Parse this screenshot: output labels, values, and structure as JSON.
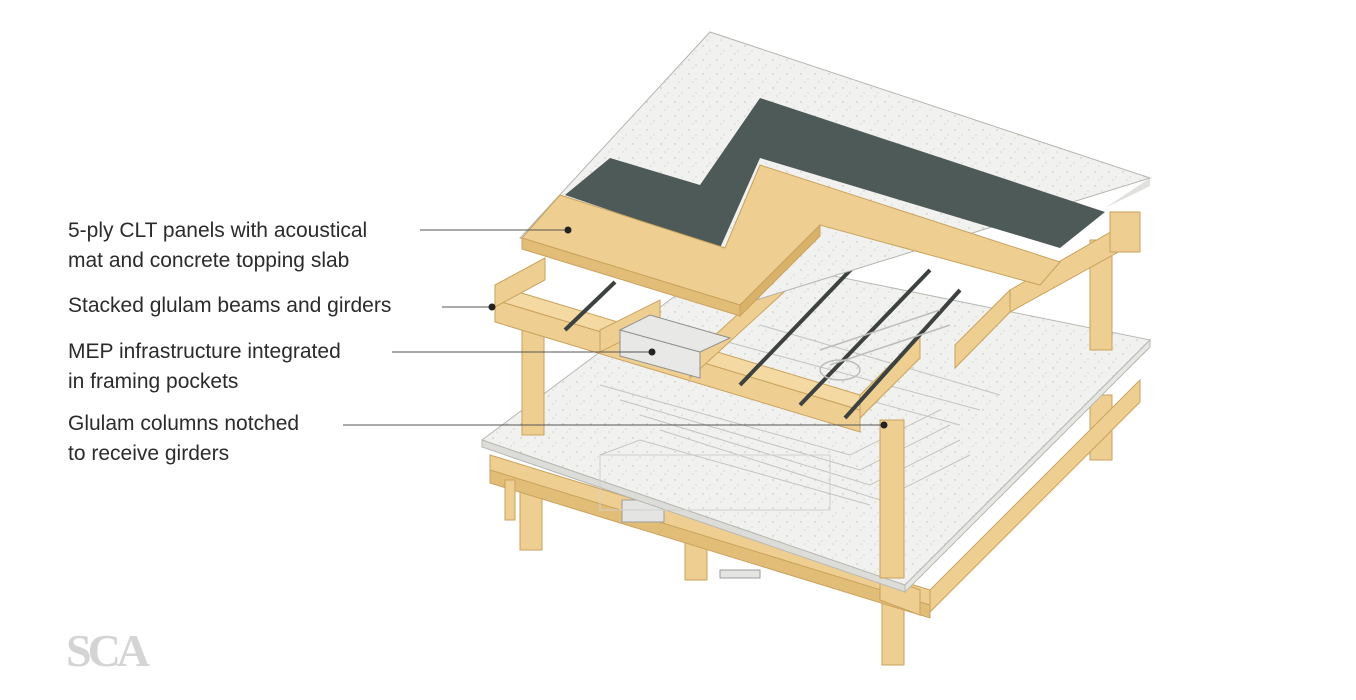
{
  "diagram": {
    "labels": [
      {
        "id": "clt-panels",
        "lines": [
          "5-ply CLT panels with acoustical",
          "mat and concrete topping slab"
        ]
      },
      {
        "id": "glulam-beams",
        "lines": [
          "Stacked glulam beams and girders"
        ]
      },
      {
        "id": "mep",
        "lines": [
          "MEP infrastructure integrated",
          "in framing pockets"
        ]
      },
      {
        "id": "glulam-columns",
        "lines": [
          "Glulam columns notched",
          "to receive girders"
        ]
      }
    ],
    "logo": {
      "text": "SCA"
    }
  },
  "colors": {
    "timber": "#efcf91",
    "timber_edge": "#c9a25e",
    "slab": "#f0f0ee",
    "acoustic_mat": "#4e5a58",
    "leader": "#555555",
    "text": "#2b2b2b",
    "logo": "#d4d4d4"
  }
}
